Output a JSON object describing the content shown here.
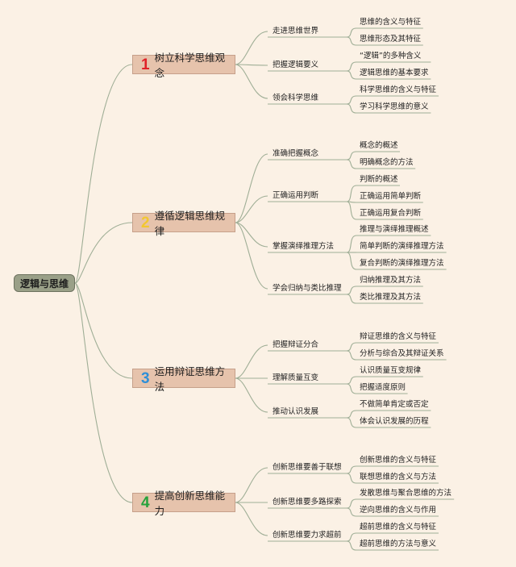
{
  "root": {
    "label": "逻辑与思维"
  },
  "branches": [
    {
      "num": "1",
      "num_color": "#e02128",
      "label": "树立科学思维观念",
      "subs": [
        {
          "label": "走进思维世界",
          "leaves": [
            "思维的含义与特征",
            "思维形态及其特征"
          ]
        },
        {
          "label": "把握逻辑要义",
          "leaves": [
            "“逻辑”的多种含义",
            "逻辑思维的基本要求"
          ]
        },
        {
          "label": "领会科学思维",
          "leaves": [
            "科学思维的含义与特征",
            "学习科学思维的意义"
          ]
        }
      ]
    },
    {
      "num": "2",
      "num_color": "#f2c731",
      "label": "遵循逻辑思维规律",
      "subs": [
        {
          "label": "准确把握概念",
          "leaves": [
            "概念的概述",
            "明确概念的方法"
          ]
        },
        {
          "label": "正确运用判断",
          "leaves": [
            "判断的概述",
            "正确运用简单判断",
            "正确运用复合判断"
          ]
        },
        {
          "label": "掌握演绎推理方法",
          "leaves": [
            "推理与演绎推理概述",
            "简单判断的演绎推理方法",
            "复合判断的演绎推理方法"
          ]
        },
        {
          "label": "学会归纳与类比推理",
          "leaves": [
            "归纳推理及其方法",
            "类比推理及其方法"
          ]
        }
      ]
    },
    {
      "num": "3",
      "num_color": "#2e8fd8",
      "label": "运用辩证思维方法",
      "subs": [
        {
          "label": "把握辩证分合",
          "leaves": [
            "辩证思维的含义与特征",
            "分析与综合及其辩证关系"
          ]
        },
        {
          "label": "理解质量互变",
          "leaves": [
            "认识质量互变规律",
            "把握适度原则"
          ]
        },
        {
          "label": "推动认识发展",
          "leaves": [
            "不做简单肯定或否定",
            "体会认识发展的历程"
          ]
        }
      ]
    },
    {
      "num": "4",
      "num_color": "#25a23b",
      "label": "提高创新思维能力",
      "subs": [
        {
          "label": "创新思维要善于联想",
          "leaves": [
            "创新思维的含义与特征",
            "联想思维的含义与方法"
          ]
        },
        {
          "label": "创新思维要多路探索",
          "leaves": [
            "发散思维与聚合思维的方法",
            "逆向思维的含义与作用"
          ]
        },
        {
          "label": "创新思维要力求超前",
          "leaves": [
            "超前思维的含义与特征",
            "超前思维的方法与意义"
          ]
        }
      ]
    }
  ],
  "colors": {
    "background": "#fbf1e5",
    "line": "#9fae96",
    "branch_fill": "#e6c3ac",
    "root_fill": "#9aa088"
  }
}
